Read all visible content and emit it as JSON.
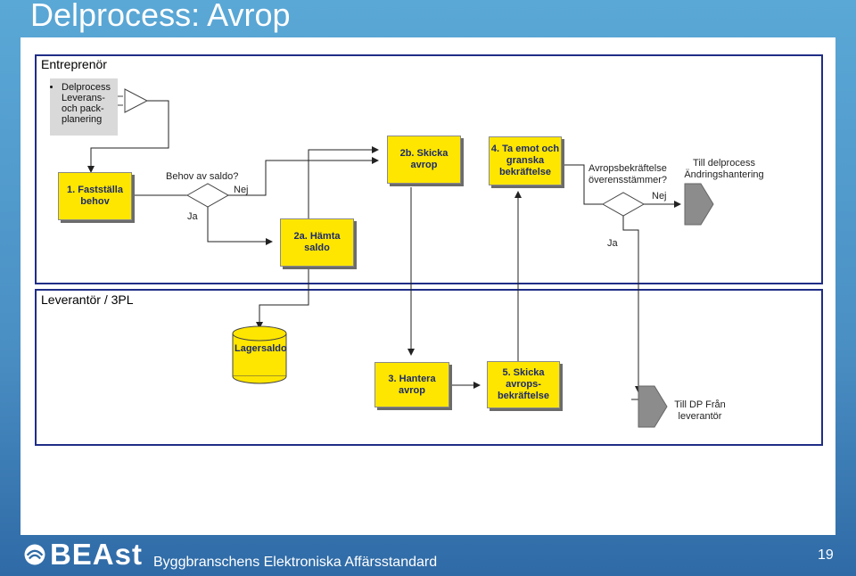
{
  "page": {
    "title": "Delprocess: Avrop",
    "footer": "Byggbranschens Elektroniska Affärsstandard",
    "page_number": "19",
    "logo_text": "BEAst"
  },
  "lanes": {
    "entreprenor": "Entreprenör",
    "leverantor": "Leverantör / 3PL"
  },
  "note": {
    "item": "Delprocess Leverans- och pack-planering"
  },
  "boxes": {
    "b1": "1. Fastställa behov",
    "b2b": "2b. Skicka avrop",
    "b4": "4. Ta emot och granska bekräftelse",
    "b2a": "2a. Hämta saldo",
    "b3": "3. Hantera avrop",
    "b5": "5. Skicka avrops-bekräftelse"
  },
  "labels": {
    "behov_av_saldo": "Behov av saldo?",
    "nej1": "Nej",
    "ja1": "Ja",
    "avrops_q": "Avropsbekräftelse överensstämmer?",
    "nej2": "Nej",
    "ja2": "Ja",
    "till_delprocess": "Till delprocess Ändringshantering",
    "lagersaldo": "Lagersaldo",
    "till_dp": "Till DP  Från leverantör"
  },
  "colors": {
    "task_fill": "#ffe600",
    "lane_border": "#1f2d86",
    "background": "#4a9fd3"
  }
}
